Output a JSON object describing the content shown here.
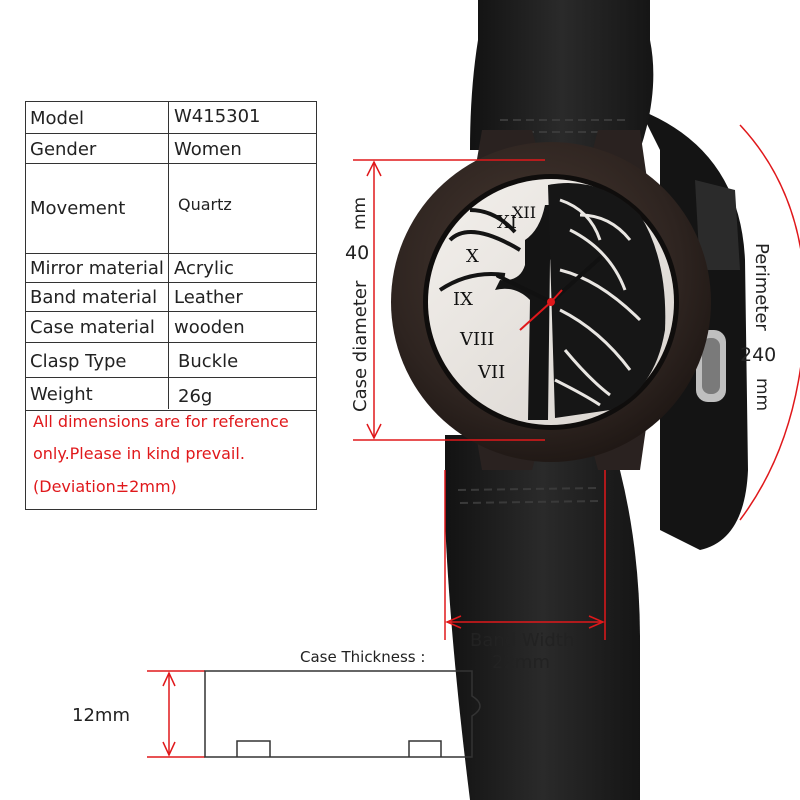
{
  "specs": [
    {
      "label": "Model",
      "value": "W415301"
    },
    {
      "label": "Gender",
      "value": "Women"
    },
    {
      "label": "Movement",
      "value": "Quartz"
    },
    {
      "label": "Mirror material",
      "value": "Acrylic"
    },
    {
      "label": "Band material",
      "value": "Leather"
    },
    {
      "label": "Case material",
      "value": "wooden"
    },
    {
      "label": "Clasp Type",
      "value": "Buckle"
    },
    {
      "label": "Weight",
      "value": "26g"
    }
  ],
  "note": {
    "line1": "All dimensions are for reference",
    "line2": "only.Please in kind prevail.",
    "line3": "(Deviation±2mm)"
  },
  "dimensions": {
    "case_diameter_label": "Case diameter",
    "case_diameter_unit": "mm",
    "case_diameter_value": "40",
    "perimeter_label": "Perimeter",
    "perimeter_value": "240",
    "perimeter_unit": "mm",
    "band_width_label": "Band Width",
    "band_width_value": "22mm",
    "case_thickness_label": "Case Thickness :",
    "case_thickness_value": "12mm"
  },
  "colors": {
    "dimension_line": "#e0181b",
    "wood": "#2e2420",
    "leather": "#1c1c1c",
    "dial": "#e9e6e2",
    "second_hand": "#e0181b"
  }
}
